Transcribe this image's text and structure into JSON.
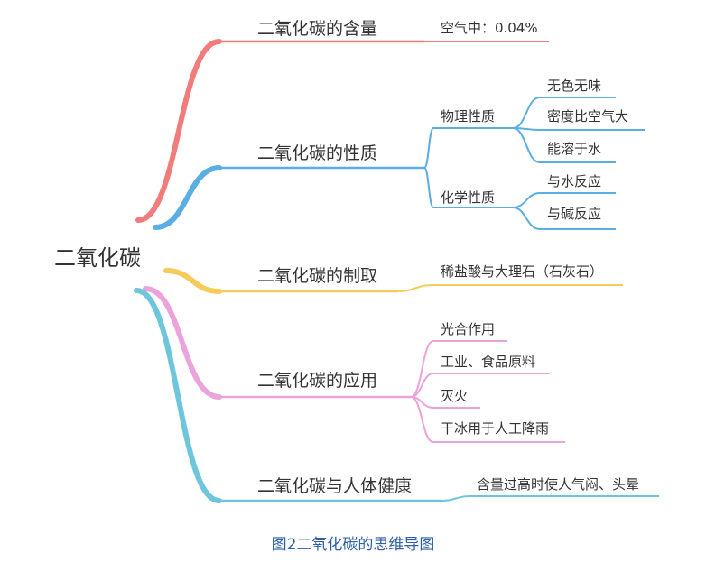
{
  "root": {
    "label": "二氧化碳",
    "branches": [
      {
        "label": "二氧化碳的含量",
        "color": "#f07c7c",
        "children": [
          {
            "label": "空气中：0.04%",
            "children": []
          }
        ]
      },
      {
        "label": "二氧化碳的性质",
        "color": "#5aaee4",
        "children": [
          {
            "label": "物理性质",
            "children": [
              "无色无味",
              "密度比空气大",
              "能溶于水"
            ]
          },
          {
            "label": "化学性质",
            "children": [
              "与水反应",
              "与碱反应"
            ]
          }
        ]
      },
      {
        "label": "二氧化碳的制取",
        "color": "#f6cb5c",
        "children": [
          {
            "label": "稀盐酸与大理石（石灰石）",
            "children": []
          }
        ]
      },
      {
        "label": "二氧化碳的应用",
        "color": "#eba3dc",
        "children": [
          {
            "label": "光合作用",
            "children": []
          },
          {
            "label": "工业、食品原料",
            "children": []
          },
          {
            "label": "灭火",
            "children": []
          },
          {
            "label": "干冰用于人工降雨",
            "children": []
          }
        ]
      },
      {
        "label": "二氧化碳与人体健康",
        "color": "#6ec6dd",
        "children": [
          {
            "label": "含量过高时使人气闷、头晕",
            "children": []
          }
        ]
      }
    ]
  },
  "caption": "图2二氧化碳的思维导图"
}
